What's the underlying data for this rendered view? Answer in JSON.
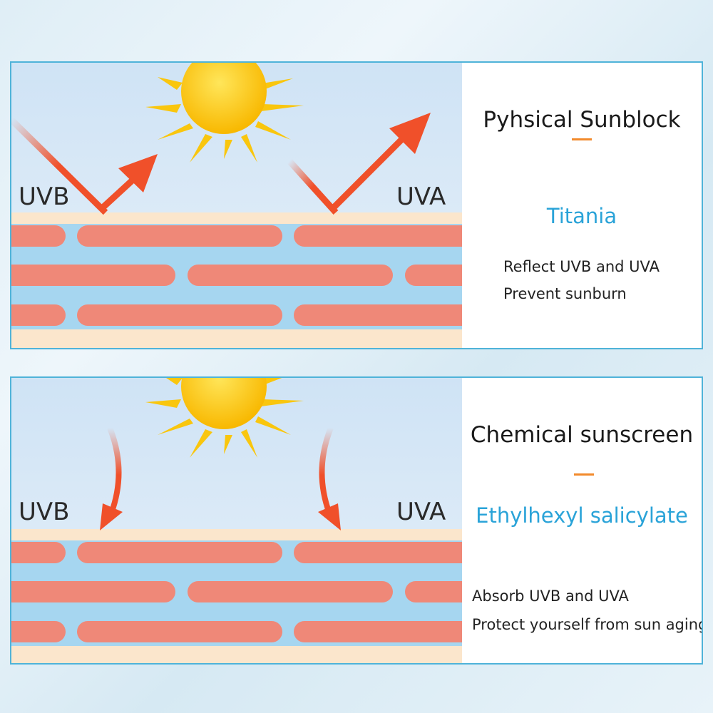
{
  "panels": [
    {
      "id": "physical",
      "label_left": "UVB",
      "label_right": "UVA",
      "title": "Pyhsical Sunblock",
      "ingredient": "Titania",
      "desc": [
        "Reflect UVB and UVA",
        "Prevent sunburn"
      ]
    },
    {
      "id": "chemical",
      "label_left": "UVB",
      "label_right": "UVA",
      "title": "Chemical sunscreen",
      "ingredient": "Ethylhexyl salicylate",
      "desc": [
        "Absorb UVB and UVA",
        "Protect yourself from sun aging"
      ]
    }
  ],
  "colors": {
    "sky": "#dcebf7",
    "skin": "#fbe6cc",
    "fluid": "#a6d6f0",
    "cell": "#ef8878",
    "arrow": "#f0502a",
    "sun": "#ffd21e",
    "ray": "#f9c60e",
    "border": "#4fb3d9",
    "accent": "#f28a2c",
    "ingredient": "#2aa3d8"
  }
}
